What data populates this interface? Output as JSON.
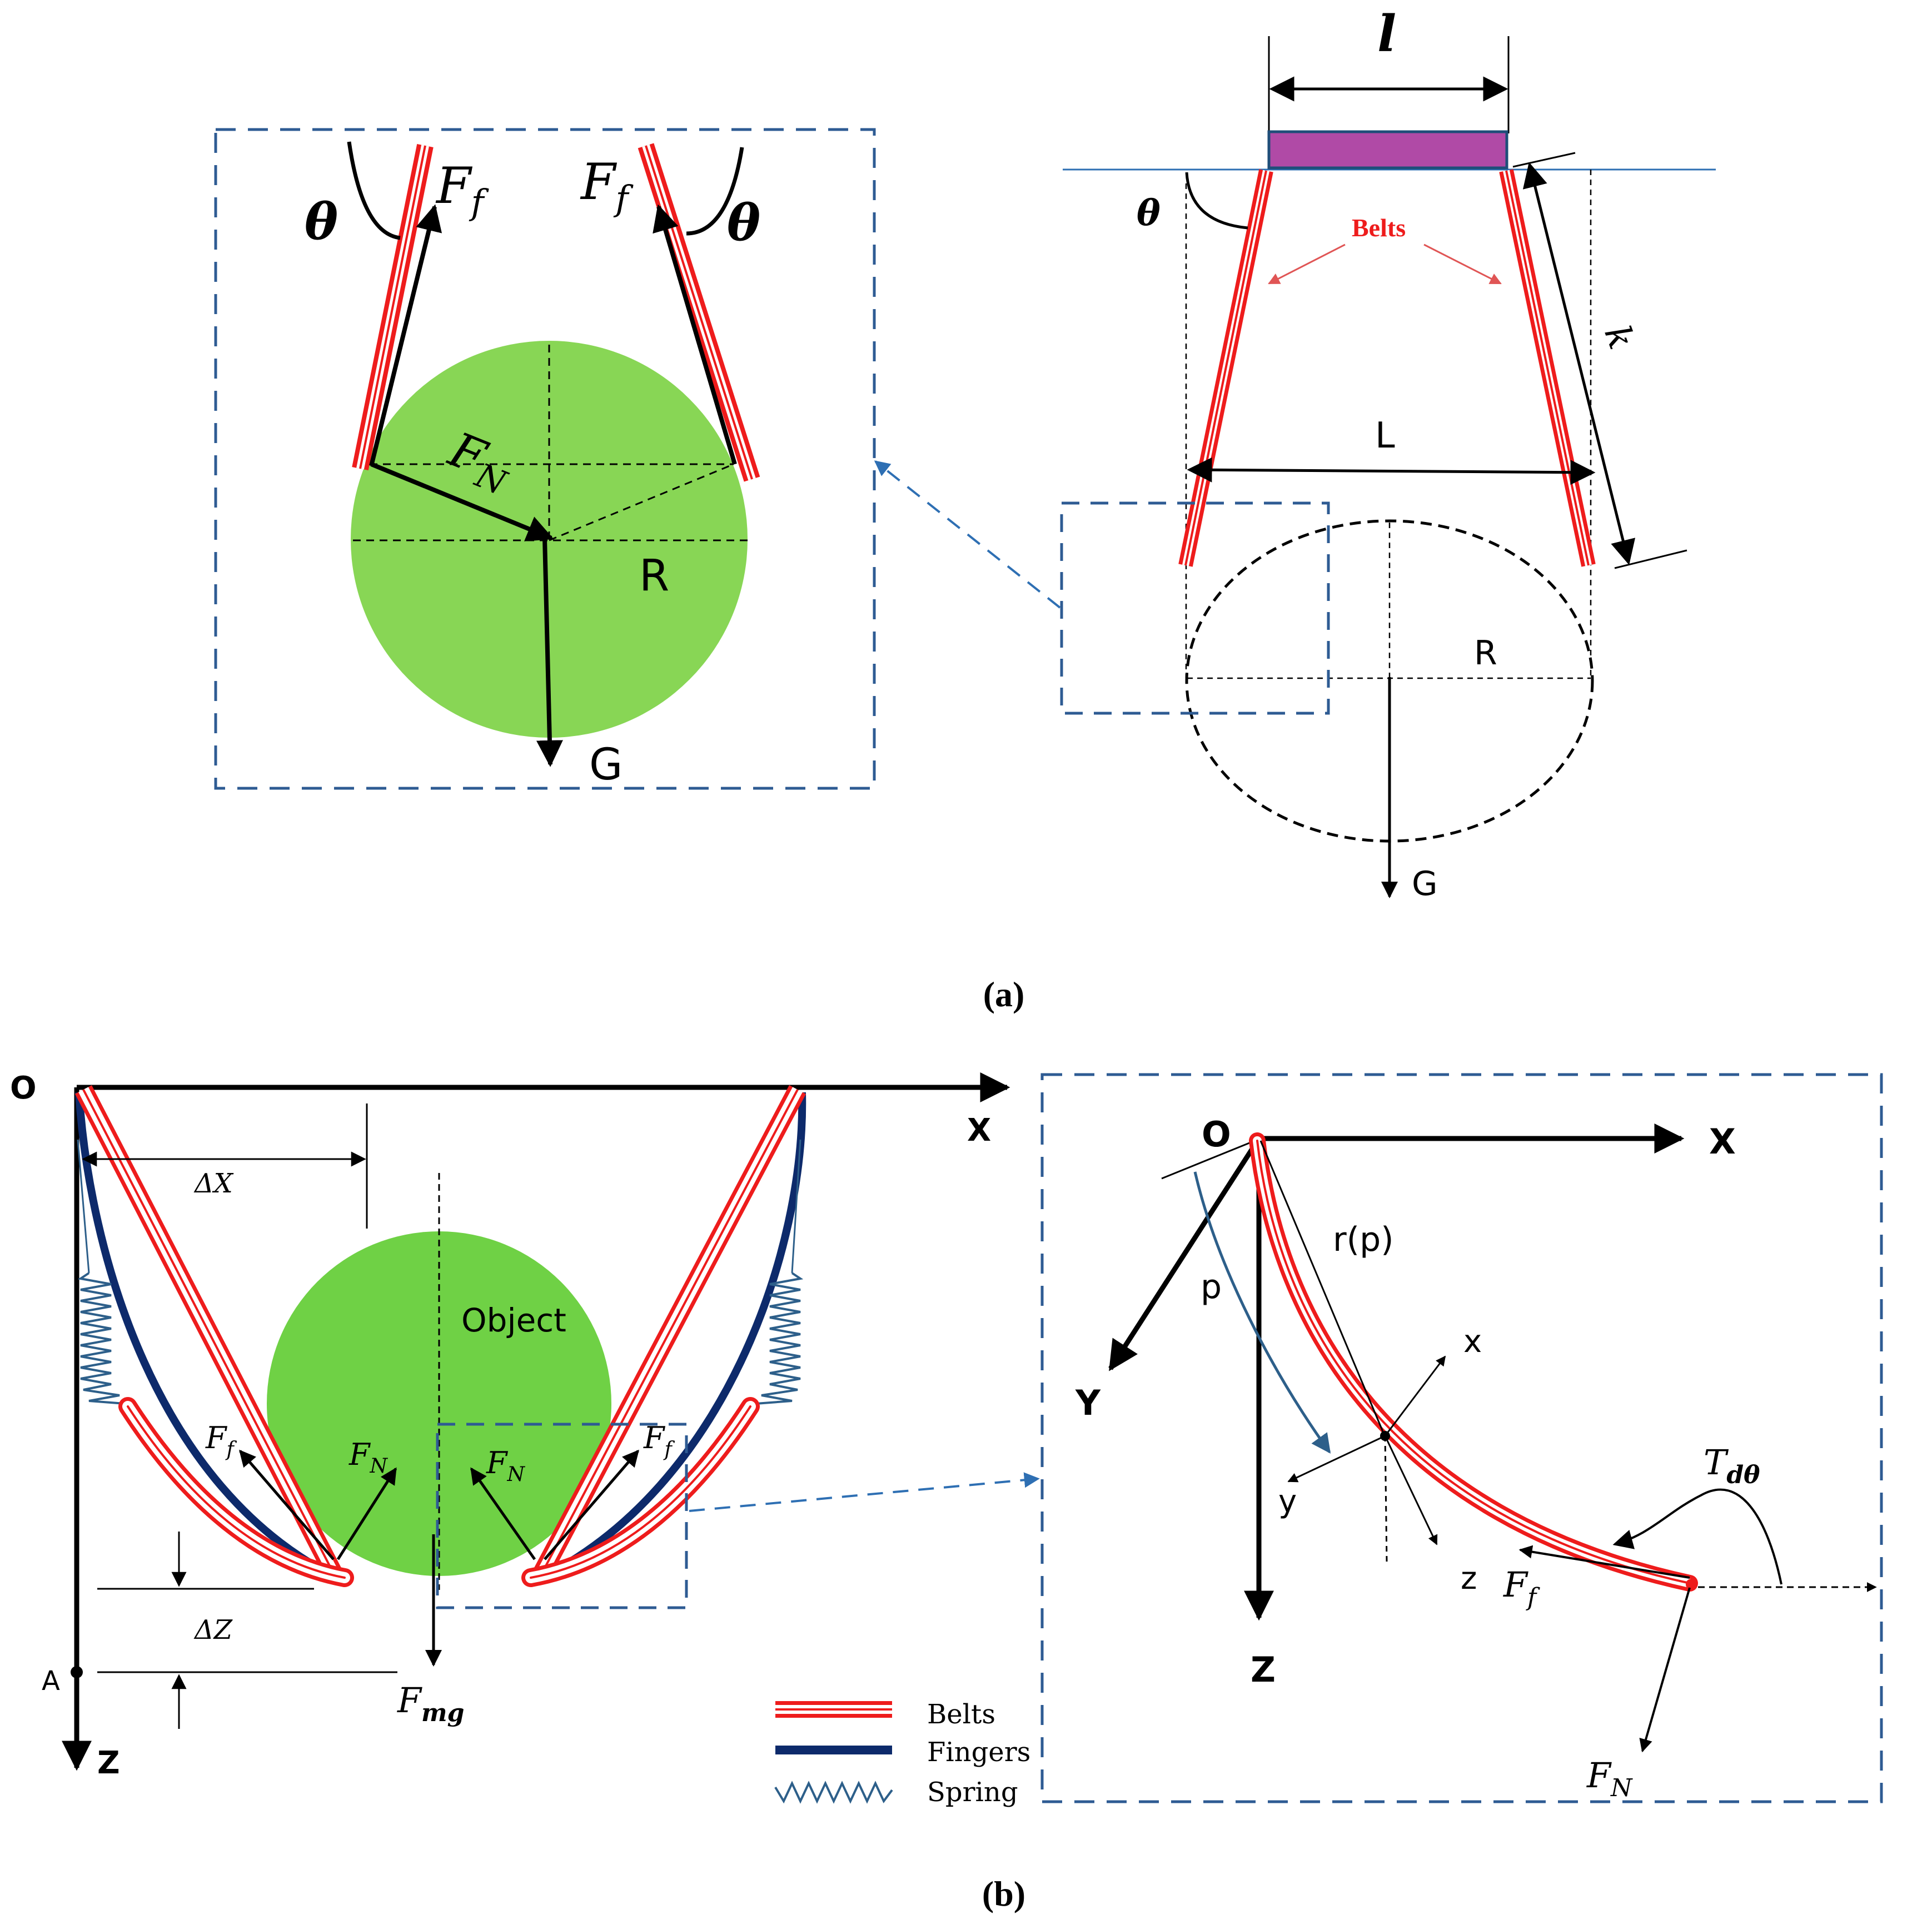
{
  "colors": {
    "belt": "#ee1c1c",
    "finger": "#0d2a6b",
    "spring": "#2d5f8a",
    "object": "#6fd145",
    "object_light": "#88d655",
    "box": "#2e5b93",
    "palm": "#b04aa6",
    "pointer": "#e05555"
  },
  "panel_a": {
    "caption": "(a)",
    "zoom": {
      "label_Ff_left": "F",
      "label_Ff_left_sub": "f",
      "label_Ff_right": "F",
      "label_Ff_right_sub": "f",
      "label_theta_left": "θ",
      "label_theta_right": "θ",
      "label_FN": "F",
      "label_FN_sub": "N",
      "label_R": "R",
      "label_G": "G"
    },
    "overview": {
      "label_l": "l",
      "label_theta": "θ",
      "label_belts": "Belts",
      "label_k": "k",
      "label_L": "L",
      "label_R": "R",
      "label_G": "G"
    }
  },
  "panel_b": {
    "caption": "(b)",
    "main": {
      "label_O": "O",
      "label_X": "X",
      "label_Z": "Z",
      "label_A": "A",
      "label_dX": "ΔX",
      "label_dZ": "ΔZ",
      "label_object": "Object",
      "label_Ff_left": "F",
      "label_Ff_left_sub": "f",
      "label_FN_left": "F",
      "label_FN_left_sub": "N",
      "label_FN_right": "F",
      "label_FN_right_sub": "N",
      "label_Ff_right": "F",
      "label_Ff_right_sub": "f",
      "label_Fmg": "F",
      "label_Fmg_sub": "mg"
    },
    "legend": [
      {
        "key": "belt",
        "label": "Belts"
      },
      {
        "key": "finger",
        "label": "Fingers"
      },
      {
        "key": "spring",
        "label": "Spring"
      }
    ],
    "zoom": {
      "label_O": "O",
      "label_X": "X",
      "label_Y": "Y",
      "label_Z": "Z",
      "label_rp": "r(p)",
      "label_p": "p",
      "label_x": "x",
      "label_y": "y",
      "label_z": "z",
      "label_T": "T",
      "label_T_sub": "dθ",
      "label_Ff": "F",
      "label_Ff_sub": "f",
      "label_FN": "F",
      "label_FN_sub": "N"
    }
  }
}
